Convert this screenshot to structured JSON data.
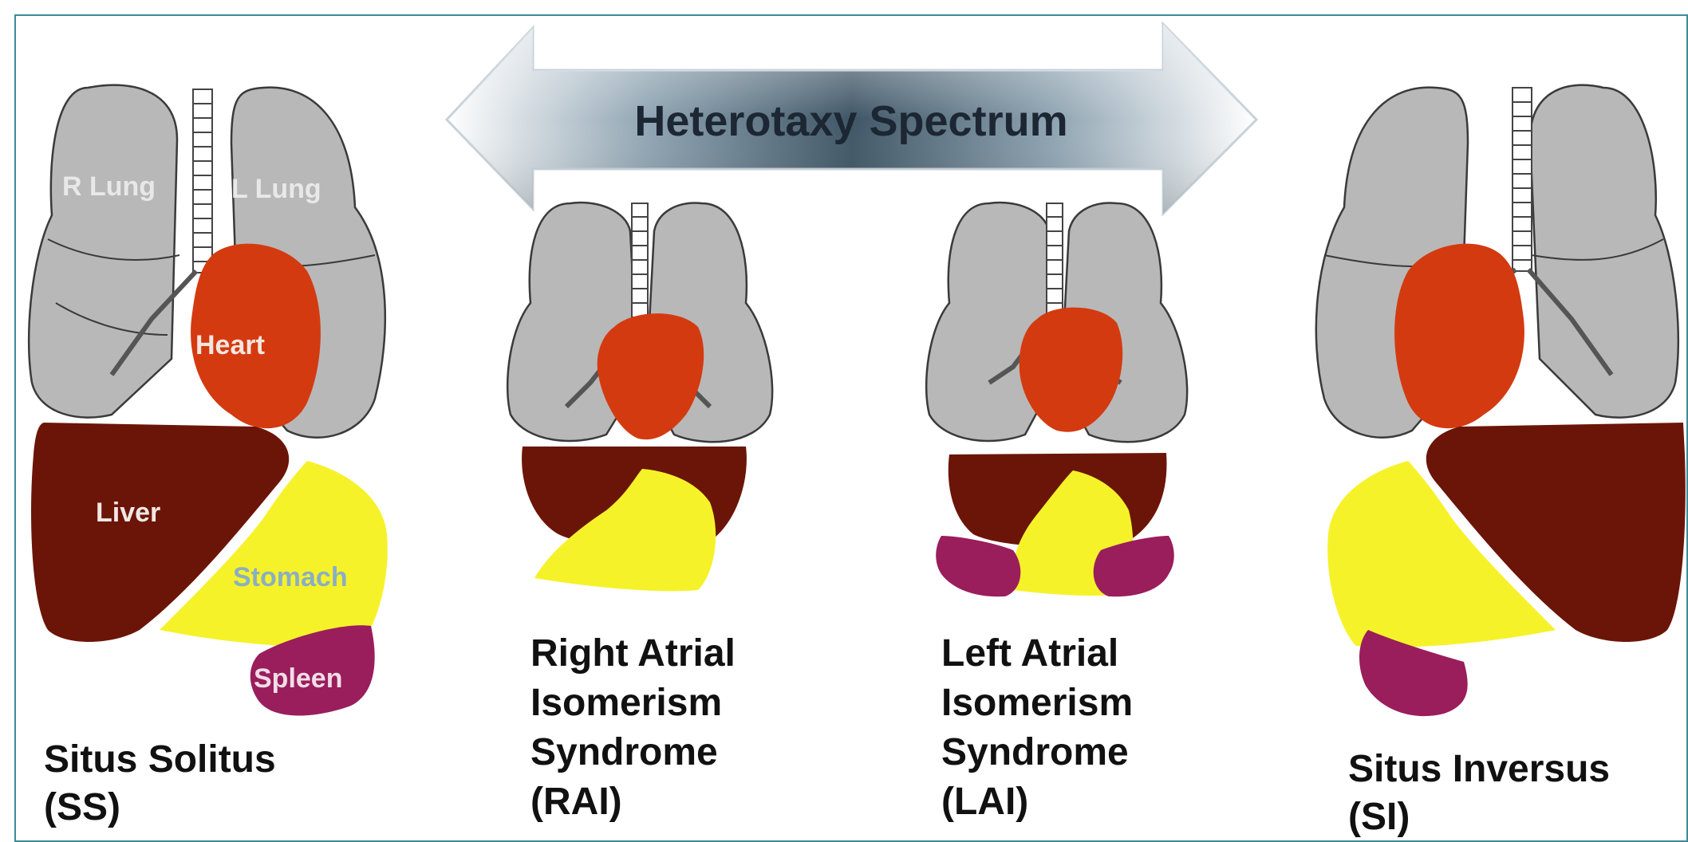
{
  "banner": {
    "label": "Heterotaxy Spectrum"
  },
  "colors": {
    "lung": "#b8b8b8",
    "lung_outline": "#3a3a3a",
    "heart": "#d43a10",
    "liver": "#6b1508",
    "stomach": "#f6f22a",
    "spleen": "#9a1d5c",
    "stomach_label": "#8aaec4",
    "frame": "#3e8a9a"
  },
  "panels": [
    {
      "id": "ss",
      "labels": {
        "r_lung": "R Lung",
        "l_lung": "L Lung",
        "heart": "Heart",
        "liver": "Liver",
        "stomach": "Stomach",
        "spleen": "Spleen"
      },
      "caption": [
        "Situs Solitus",
        "(SS)"
      ]
    },
    {
      "id": "rai",
      "caption": [
        "Right Atrial",
        "Isomerism",
        "Syndrome",
        "(RAI)"
      ]
    },
    {
      "id": "lai",
      "caption": [
        "Left Atrial",
        "Isomerism",
        "Syndrome",
        "(LAI)"
      ]
    },
    {
      "id": "si",
      "caption": [
        "Situs Inversus",
        "(SI)"
      ]
    }
  ]
}
